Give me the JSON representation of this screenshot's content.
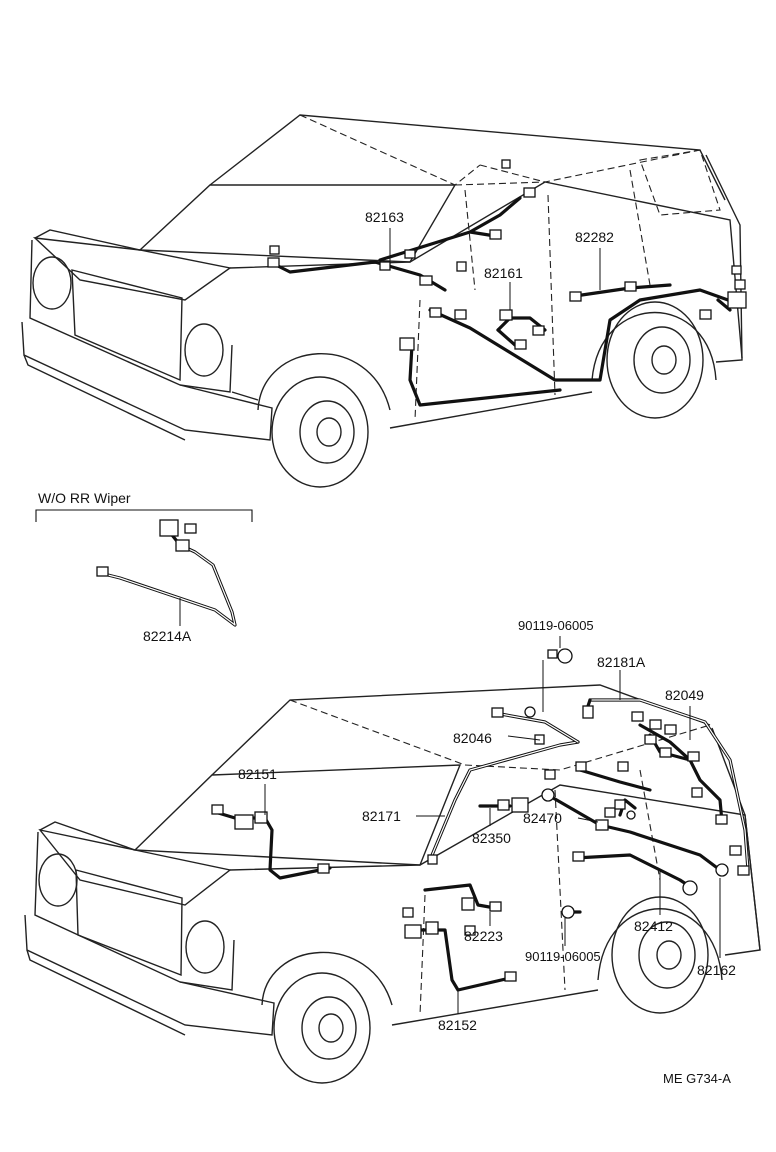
{
  "diagram": {
    "upper_labels": [
      {
        "id": "82163",
        "text": "82163"
      },
      {
        "id": "82282",
        "text": "82282"
      },
      {
        "id": "82161",
        "text": "82161"
      }
    ],
    "option_section": {
      "title": "W/O RR Wiper",
      "part": "82214A"
    },
    "lower_labels": [
      {
        "id": "90119-06005-top",
        "text": "90119-06005"
      },
      {
        "id": "82181A",
        "text": "82181A"
      },
      {
        "id": "82049",
        "text": "82049"
      },
      {
        "id": "82046",
        "text": "82046"
      },
      {
        "id": "82151",
        "text": "82151"
      },
      {
        "id": "82171",
        "text": "82171"
      },
      {
        "id": "82470",
        "text": "82470"
      },
      {
        "id": "82350",
        "text": "82350"
      },
      {
        "id": "82223",
        "text": "82223"
      },
      {
        "id": "82412",
        "text": "82412"
      },
      {
        "id": "90119-06005-bottom",
        "text": "90119-06005"
      },
      {
        "id": "82162",
        "text": "82162"
      },
      {
        "id": "82152",
        "text": "82152"
      }
    ],
    "figure_code": "ME  G734-A"
  }
}
